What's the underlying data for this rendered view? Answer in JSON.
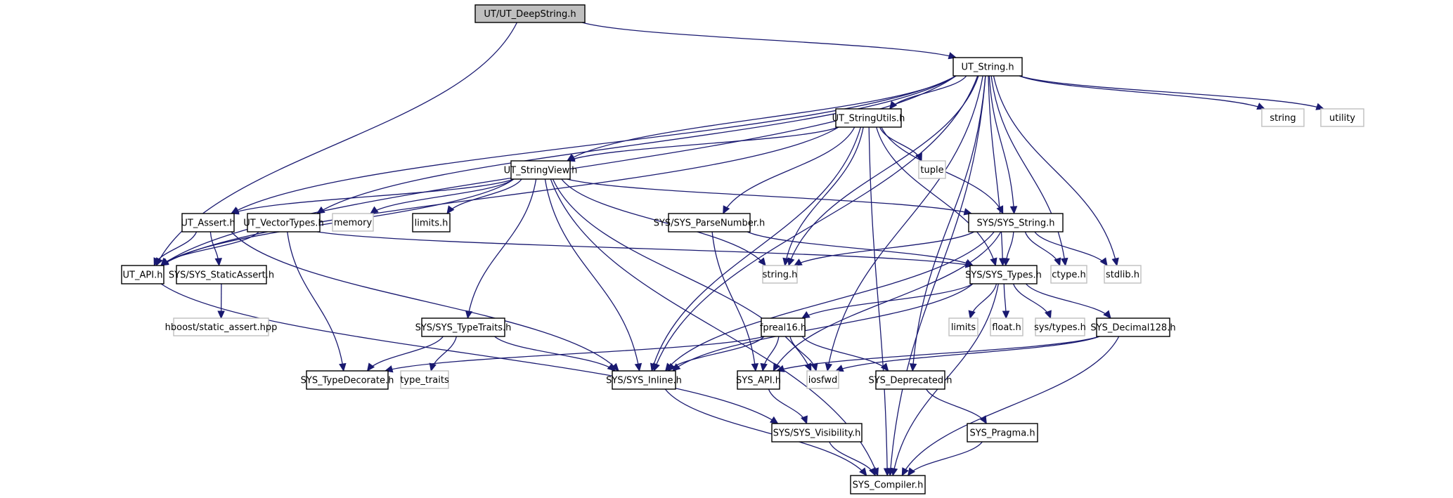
{
  "diagram": {
    "type": "include-dependency-graph",
    "root": "UT/UT_DeepString.h",
    "colors": {
      "edge": "#191970",
      "root_fill": "#bfbfbf",
      "local_border": "#000000",
      "external_border": "#bfbfbf"
    },
    "nodes": [
      {
        "id": "deepstring",
        "label": "UT/UT_DeepString.h",
        "kind": "root"
      },
      {
        "id": "ut_string",
        "label": "UT_String.h",
        "kind": "local"
      },
      {
        "id": "string",
        "label": "string",
        "kind": "external"
      },
      {
        "id": "utility",
        "label": "utility",
        "kind": "external"
      },
      {
        "id": "ut_stringutils",
        "label": "UT_StringUtils.h",
        "kind": "local"
      },
      {
        "id": "tuple",
        "label": "tuple",
        "kind": "external"
      },
      {
        "id": "ut_stringview",
        "label": "UT_StringView.h",
        "kind": "local"
      },
      {
        "id": "ut_assert",
        "label": "UT_Assert.h",
        "kind": "local"
      },
      {
        "id": "ut_vectortypes",
        "label": "UT_VectorTypes.h",
        "kind": "local"
      },
      {
        "id": "memory",
        "label": "memory",
        "kind": "external"
      },
      {
        "id": "limits_h",
        "label": "limits.h",
        "kind": "local"
      },
      {
        "id": "sys_parsenumber",
        "label": "SYS/SYS_ParseNumber.h",
        "kind": "local"
      },
      {
        "id": "sys_string",
        "label": "SYS/SYS_String.h",
        "kind": "local"
      },
      {
        "id": "ut_api",
        "label": "UT_API.h",
        "kind": "local"
      },
      {
        "id": "sys_staticassert",
        "label": "SYS/SYS_StaticAssert.h",
        "kind": "local"
      },
      {
        "id": "string_h",
        "label": "string.h",
        "kind": "external"
      },
      {
        "id": "sys_types",
        "label": "SYS/SYS_Types.h",
        "kind": "local"
      },
      {
        "id": "ctype_h",
        "label": "ctype.h",
        "kind": "external"
      },
      {
        "id": "stdlib_h",
        "label": "stdlib.h",
        "kind": "external"
      },
      {
        "id": "hboost_sa",
        "label": "hboost/static_assert.hpp",
        "kind": "external"
      },
      {
        "id": "sys_typetraits",
        "label": "SYS/SYS_TypeTraits.h",
        "kind": "local"
      },
      {
        "id": "limits",
        "label": "limits",
        "kind": "external"
      },
      {
        "id": "float_h",
        "label": "float.h",
        "kind": "external"
      },
      {
        "id": "sys_types_h",
        "label": "sys/types.h",
        "kind": "external"
      },
      {
        "id": "fpreal16",
        "label": "fpreal16.h",
        "kind": "local"
      },
      {
        "id": "sys_decimal128",
        "label": "SYS_Decimal128.h",
        "kind": "local"
      },
      {
        "id": "sys_typedecorate",
        "label": "SYS_TypeDecorate.h",
        "kind": "local"
      },
      {
        "id": "type_traits",
        "label": "type_traits",
        "kind": "external"
      },
      {
        "id": "sys_inline",
        "label": "SYS/SYS_Inline.h",
        "kind": "local"
      },
      {
        "id": "sys_api",
        "label": "SYS_API.h",
        "kind": "local"
      },
      {
        "id": "iosfwd",
        "label": "iosfwd",
        "kind": "external"
      },
      {
        "id": "sys_deprecated",
        "label": "SYS_Deprecated.h",
        "kind": "local"
      },
      {
        "id": "sys_visibility",
        "label": "SYS/SYS_Visibility.h",
        "kind": "local"
      },
      {
        "id": "sys_pragma",
        "label": "SYS_Pragma.h",
        "kind": "local"
      },
      {
        "id": "sys_compiler",
        "label": "SYS_Compiler.h",
        "kind": "local"
      }
    ],
    "edges": [
      [
        "deepstring",
        "ut_string"
      ],
      [
        "deepstring",
        "ut_api"
      ],
      [
        "ut_string",
        "ut_stringutils"
      ],
      [
        "ut_string",
        "string"
      ],
      [
        "ut_string",
        "utility"
      ],
      [
        "ut_string",
        "ut_stringview"
      ],
      [
        "ut_string",
        "ut_assert"
      ],
      [
        "ut_string",
        "ut_vectortypes"
      ],
      [
        "ut_string",
        "ut_api"
      ],
      [
        "ut_string",
        "sys_string"
      ],
      [
        "ut_string",
        "sys_types"
      ],
      [
        "ut_string",
        "ctype_h"
      ],
      [
        "ut_string",
        "stdlib_h"
      ],
      [
        "ut_string",
        "string_h"
      ],
      [
        "ut_string",
        "sys_inline"
      ],
      [
        "ut_string",
        "sys_compiler"
      ],
      [
        "ut_string",
        "sys_deprecated"
      ],
      [
        "ut_string",
        "iosfwd"
      ],
      [
        "ut_stringutils",
        "tuple"
      ],
      [
        "ut_stringutils",
        "ut_stringview"
      ],
      [
        "ut_stringutils",
        "ut_api"
      ],
      [
        "ut_stringutils",
        "sys_parsenumber"
      ],
      [
        "ut_stringutils",
        "sys_string"
      ],
      [
        "ut_stringutils",
        "sys_types"
      ],
      [
        "ut_stringutils",
        "string_h"
      ],
      [
        "ut_stringutils",
        "sys_inline"
      ],
      [
        "ut_stringutils",
        "sys_compiler"
      ],
      [
        "ut_stringview",
        "ut_assert"
      ],
      [
        "ut_stringview",
        "ut_api"
      ],
      [
        "ut_stringview",
        "memory"
      ],
      [
        "ut_stringview",
        "limits_h"
      ],
      [
        "ut_stringview",
        "sys_string"
      ],
      [
        "ut_stringview",
        "string_h"
      ],
      [
        "ut_stringview",
        "sys_typetraits"
      ],
      [
        "ut_stringview",
        "sys_inline"
      ],
      [
        "ut_stringview",
        "iosfwd"
      ],
      [
        "ut_stringview",
        "sys_compiler"
      ],
      [
        "ut_assert",
        "ut_api"
      ],
      [
        "ut_assert",
        "sys_staticassert"
      ],
      [
        "ut_assert",
        "sys_inline"
      ],
      [
        "ut_vectortypes",
        "ut_api"
      ],
      [
        "ut_vectortypes",
        "sys_types"
      ],
      [
        "ut_vectortypes",
        "sys_typedecorate"
      ],
      [
        "sys_parsenumber",
        "sys_types"
      ],
      [
        "sys_parsenumber",
        "sys_api"
      ],
      [
        "sys_string",
        "sys_types"
      ],
      [
        "sys_string",
        "ctype_h"
      ],
      [
        "sys_string",
        "stdlib_h"
      ],
      [
        "sys_string",
        "string_h"
      ],
      [
        "sys_string",
        "sys_inline"
      ],
      [
        "sys_string",
        "sys_api"
      ],
      [
        "ut_api",
        "sys_visibility"
      ],
      [
        "sys_staticassert",
        "hboost_sa"
      ],
      [
        "sys_types",
        "limits"
      ],
      [
        "sys_types",
        "float_h"
      ],
      [
        "sys_types",
        "sys_types_h"
      ],
      [
        "sys_types",
        "fpreal16"
      ],
      [
        "sys_types",
        "sys_decimal128"
      ],
      [
        "sys_types",
        "sys_inline"
      ],
      [
        "sys_types",
        "sys_compiler"
      ],
      [
        "sys_typetraits",
        "sys_typedecorate"
      ],
      [
        "sys_typetraits",
        "type_traits"
      ],
      [
        "sys_typetraits",
        "sys_inline"
      ],
      [
        "fpreal16",
        "sys_api"
      ],
      [
        "fpreal16",
        "iosfwd"
      ],
      [
        "fpreal16",
        "sys_inline"
      ],
      [
        "fpreal16",
        "sys_deprecated"
      ],
      [
        "fpreal16",
        "sys_typedecorate"
      ],
      [
        "sys_decimal128",
        "sys_api"
      ],
      [
        "sys_decimal128",
        "iosfwd"
      ],
      [
        "sys_decimal128",
        "sys_compiler"
      ],
      [
        "sys_inline",
        "sys_compiler"
      ],
      [
        "sys_api",
        "sys_visibility"
      ],
      [
        "sys_deprecated",
        "sys_pragma"
      ],
      [
        "sys_visibility",
        "sys_compiler"
      ],
      [
        "sys_pragma",
        "sys_compiler"
      ]
    ]
  }
}
